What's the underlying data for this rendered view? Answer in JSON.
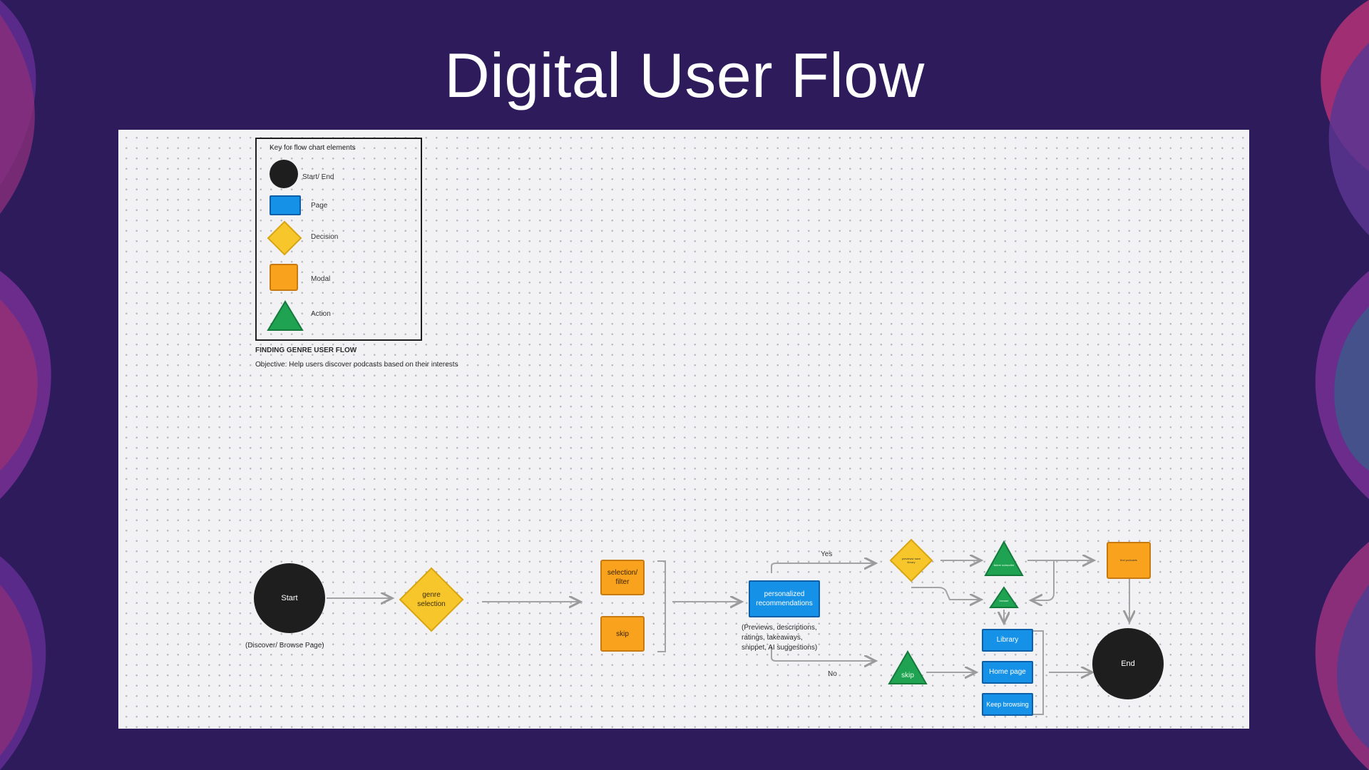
{
  "title": "Digital User Flow",
  "colors": {
    "background": "#2d1b5c",
    "start_end": "#1e1e1e",
    "page": "#1591e8",
    "decision": "#f7c62b",
    "modal": "#f9a21d",
    "action": "#1fa353"
  },
  "key": {
    "title": "Key for flow chart elements",
    "items": [
      {
        "label": "Start/ End",
        "shape": "circle"
      },
      {
        "label": "Page",
        "shape": "rectangle"
      },
      {
        "label": "Decision",
        "shape": "diamond"
      },
      {
        "label": "Modal",
        "shape": "square"
      },
      {
        "label": "Action",
        "shape": "triangle"
      }
    ]
  },
  "flow_heading": "FINDING GENRE USER FLOW",
  "objective": "Objective: Help users discover podcasts based on their interests",
  "nodes": {
    "start": "Start",
    "start_note": "(Discover/ Browse Page)",
    "genre_selection": "genre selection",
    "selection_filter": "selection/ filter",
    "skip_modal": "skip",
    "personalized": "personalized recommendations",
    "personalized_note": "(Previews, descriptions, ratings, takeaways, snippet, AI suggestions)",
    "decision_small": "previews/ save library",
    "action_top": "listen/ subscribe",
    "action_mid": "browse",
    "action_skip": "skip",
    "modal_right": "find podcasts",
    "library": "Library",
    "home_page": "Home page",
    "keep_browsing": "Keep browsing",
    "end": "End"
  },
  "edge_labels": {
    "yes": "Yes",
    "no": "No"
  }
}
